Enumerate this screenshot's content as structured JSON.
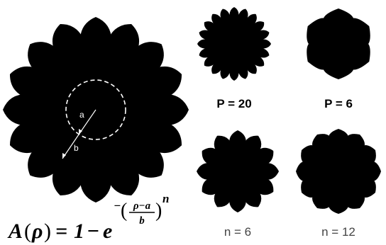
{
  "main_flower": {
    "label_a": "a",
    "label_b": "b",
    "dash_color": "#ffffff",
    "fill_color": "#000000"
  },
  "panels": {
    "p20": {
      "label": "P = 20"
    },
    "p6": {
      "label": "P = 6"
    },
    "n6": {
      "label": "n = 6"
    },
    "n12": {
      "label": "n = 12"
    }
  },
  "formula": {
    "lhs": "A",
    "lhs_arg": "ρ",
    "equals": "=",
    "one": "1",
    "minus": "−",
    "base": "e",
    "exp_sign": "−",
    "numerator": "ρ−a",
    "denominator": "b",
    "power": "n"
  }
}
